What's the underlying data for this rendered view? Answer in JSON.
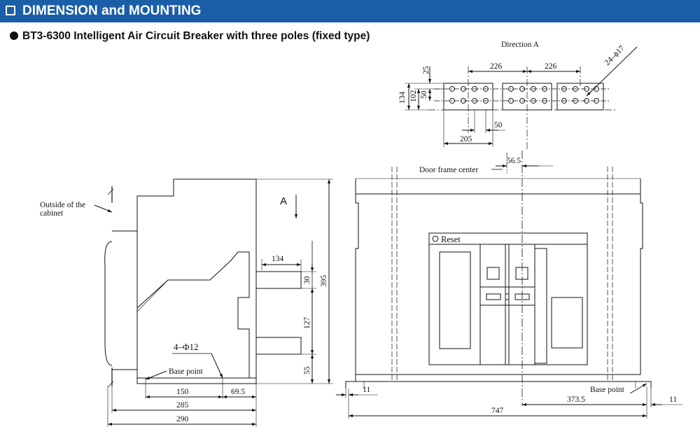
{
  "header": {
    "title": "DIMENSION and MOUNTING"
  },
  "subtitle": "BT3-6300 Intelligent Air Circuit Breaker with three poles (fixed type)",
  "colors": {
    "header_bg": "#1a5ea8",
    "line": "#111111"
  },
  "top_view": {
    "title": "Direction A",
    "hole_callout": "24–ϕ17",
    "dims": {
      "d226a": "226",
      "d226b": "226",
      "d25": "25",
      "d134": "134",
      "d102": "102",
      "d50v": "50",
      "d50h": "50",
      "d205": "205",
      "d56_5": "56.5"
    },
    "door_frame": "Door frame center"
  },
  "side_view": {
    "outside_label_1": "Outside of the",
    "outside_label_2": "cabinet",
    "arrow_label": "A",
    "holes": "4–Φ12",
    "base_point": "Base point",
    "dims": {
      "d134": "134",
      "d30": "30",
      "d395": "395",
      "d127": "127",
      "d55": "55",
      "d150": "150",
      "d69_5": "69.5",
      "d285": "285",
      "d290": "290"
    }
  },
  "front_view": {
    "reset": "Reset",
    "base_point": "Base point",
    "dims": {
      "d11a": "11",
      "d11b": "11",
      "d747": "747",
      "d373_5": "373.5"
    }
  }
}
